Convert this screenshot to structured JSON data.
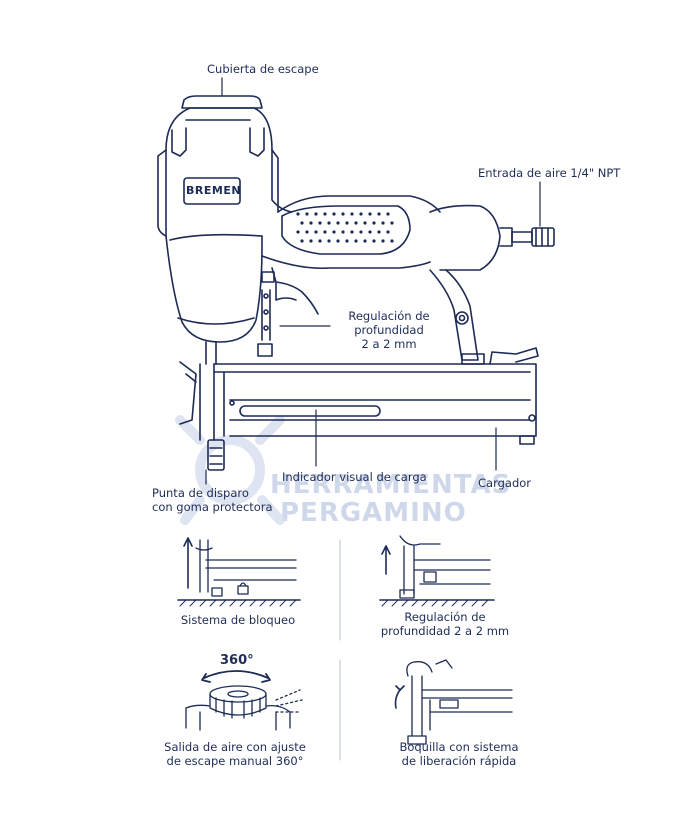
{
  "brand": "BREMEN",
  "watermark": {
    "line1": "HERRAMIENTAS",
    "line2": "PERGAMINO"
  },
  "labels": {
    "exhaust_cover": "Cubierta de escape",
    "air_inlet": "Entrada de aire 1/4\" NPT",
    "depth_adj_1": "Regulación de",
    "depth_adj_2": "profundidad",
    "depth_adj_3": "2 a 2 mm",
    "load_indicator": "Indicador visual de carga",
    "magazine": "Cargador",
    "tip_1": "Punta de disparo",
    "tip_2": "con goma protectora"
  },
  "details": {
    "lock_system": "Sistema de bloqueo",
    "depth_1": "Regulación de",
    "depth_2": "profundidad 2 a 2 mm",
    "exhaust_angle": "360°",
    "exhaust_1": "Salida de aire con ajuste",
    "exhaust_2": "de escape manual 360°",
    "nozzle_1": "Boquilla con sistema",
    "nozzle_2": "de liberación rápida"
  },
  "colors": {
    "ink": "#1d2b55",
    "watermark": "#cfd8ea"
  }
}
